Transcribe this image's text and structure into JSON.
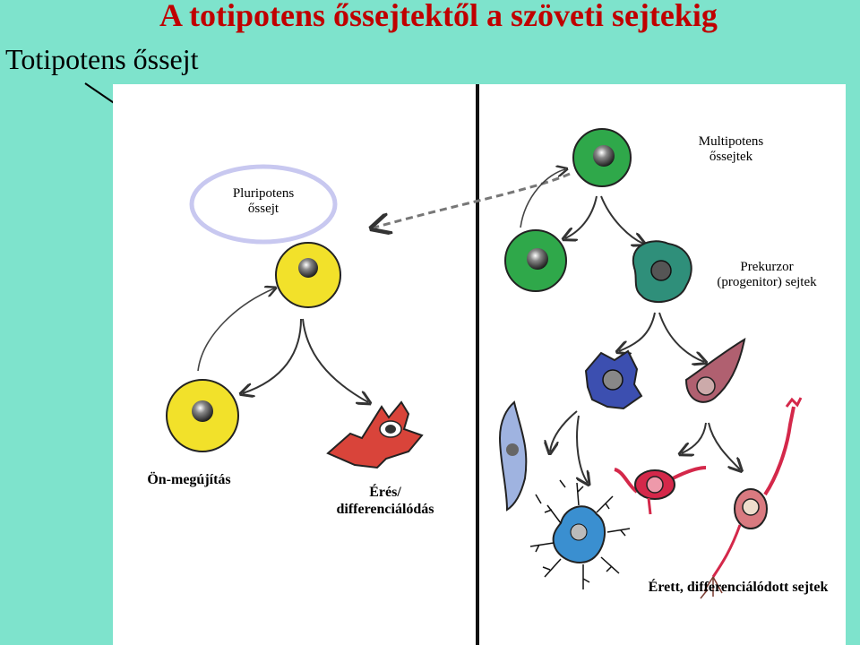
{
  "header": {
    "title": "A totipotens őssejtektől a szöveti sejtekig",
    "subtitle": "Totipotens őssejt"
  },
  "labels": {
    "pluripotent_line1": "Pluripotens",
    "pluripotent_line2": "őssejt",
    "multipotent_line1": "Multipotens",
    "multipotent_line2": "őssejtek",
    "precursor_line1": "Prekurzor",
    "precursor_line2": "(progenitor) sejtek",
    "self_renewal": "Ön-megújítás",
    "maturation_line1": "Érés/",
    "maturation_line2": "differenciálódás",
    "mature": "Érett, differenciálódott sejtek"
  },
  "colors": {
    "background": "#7ee3cc",
    "title": "#c00000",
    "pluripotent_cell": "#f2e12a",
    "stem_cell_green": "#2fa84a",
    "precursor_teal": "#2f8f7a",
    "fibroblast_red": "#d9443a",
    "blue_cell": "#3c4fb0",
    "mauve_cell": "#b06070",
    "neuron_red": "#d4284a",
    "astrocyte_blue": "#3a8fd0",
    "highlight_ring": "#c8c8f0"
  }
}
